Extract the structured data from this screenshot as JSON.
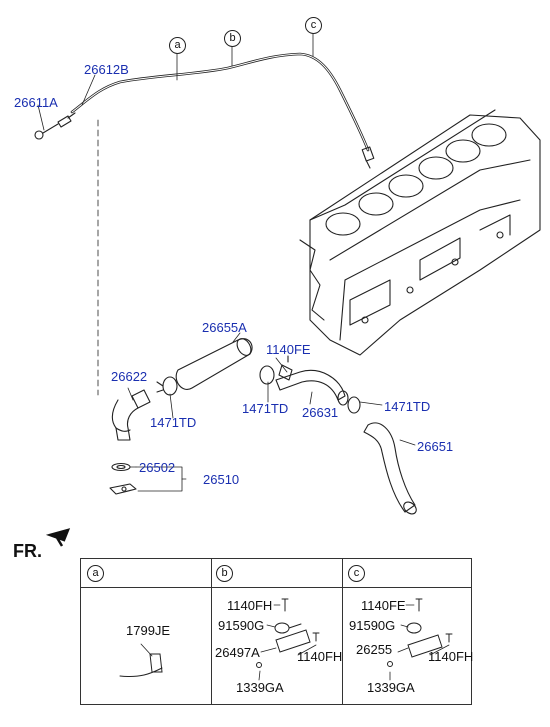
{
  "labels": {
    "p26612B": "26612B",
    "p26611A": "26611A",
    "p26655A": "26655A",
    "p1140FE": "1140FE",
    "p26622": "26622",
    "p1471TD_left": "1471TD",
    "p1471TD_mid": "1471TD",
    "p1471TD_right": "1471TD",
    "p26631": "26631",
    "p26651": "26651",
    "p26502": "26502",
    "p26510": "26510"
  },
  "callouts": {
    "a": "a",
    "b": "b",
    "c": "c"
  },
  "front_label": "FR.",
  "detail_table": {
    "headers": [
      "a",
      "b",
      "c"
    ],
    "a": {
      "part": "1799JE"
    },
    "b": {
      "bolt_top": "1140FH",
      "clamp": "91590G",
      "bracket": "26497A",
      "bolt_side": "1140FH",
      "nut": "1339GA"
    },
    "c": {
      "bolt_top": "1140FE",
      "clamp": "91590G",
      "bracket": "26255",
      "bolt_side": "1140FH",
      "nut": "1339GA"
    }
  },
  "colors": {
    "label": "#1a2fb0",
    "line": "#222222"
  }
}
